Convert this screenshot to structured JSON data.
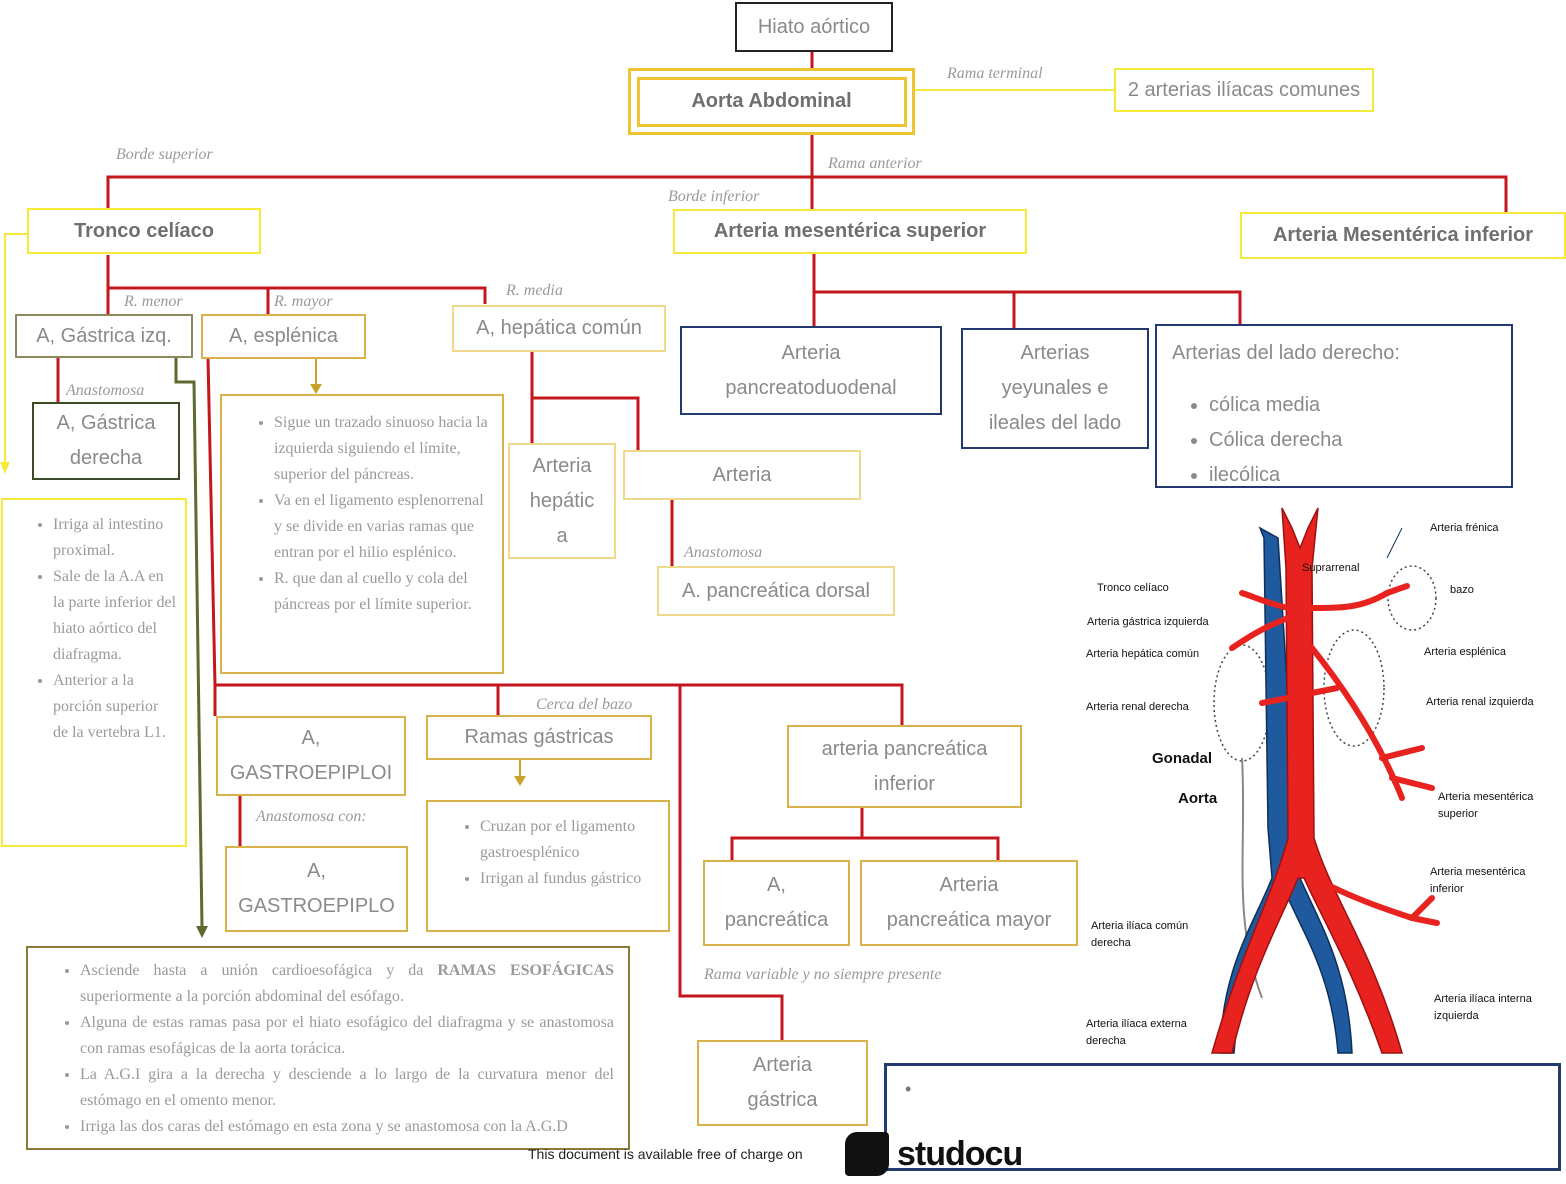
{
  "nodes": {
    "hiato": "Hiato aórtico",
    "aorta": "Aorta Abdominal",
    "iliacas": "2 arterias ilíacas comunes",
    "tronco": "Tronco celíaco",
    "ams": "Arteria mesentérica superior",
    "ami": "Arteria Mesentérica inferior",
    "gastrica_izq": "A, Gástrica izq.",
    "esplenica": "A, esplénica",
    "hepatica_comun": "A, hepática común",
    "gastrica_der_1": "A, Gástrica",
    "gastrica_der_2": "derecha",
    "hepatica_1": "Arteria",
    "hepatica_2": "hepátic",
    "hepatica_3": "a",
    "arteria": "Arteria",
    "pancreatica_dorsal": "A. pancreática dorsal",
    "pancreatoduodenal_1": "Arteria",
    "pancreatoduodenal_2": "pancreatoduodenal",
    "yeyunales_1": "Arterias",
    "yeyunales_2": "yeyunales e",
    "yeyunales_3": "ileales del lado",
    "lado_derecho_title": "Arterias del lado derecho:",
    "lado_derecho_items": [
      "cólica media",
      "Cólica derecha",
      "ilecólica"
    ],
    "gastroepiploi_1": "A,",
    "gastroepiploi_2": "GASTROEPIPLOI",
    "ramas_gastricas": "Ramas gástricas",
    "pancreatica_inferior_1": "arteria pancreática",
    "pancreatica_inferior_2": "inferior",
    "gastroepiplo_1": "A,",
    "gastroepiplo_2": "GASTROEPIPLO",
    "pancreatica_1": "A,",
    "pancreatica_2": "pancreática",
    "pancreatica_mayor_1": "Arteria",
    "pancreatica_mayor_2": "pancreática mayor",
    "arteria_gastrica_1": "Arteria",
    "arteria_gastrica_2": "gástrica"
  },
  "labels": {
    "rama_terminal": "Rama terminal",
    "borde_superior": "Borde superior",
    "rama_anterior": "Rama anterior",
    "borde_inferior": "Borde inferior",
    "r_menor": "R. menor",
    "r_mayor": "R. mayor",
    "r_media": "R. media",
    "anastomosa_1": "Anastomosa",
    "anastomosa_2": "Anastomosa",
    "cerca_bazo": "Cerca del bazo",
    "anastomosa_con": "Anastomosa con:",
    "rama_variable": "Rama variable y no siempre presente"
  },
  "notes": {
    "tronco": [
      "Irriga al intestino proximal.",
      "Sale de la A.A en la parte inferior del hiato aórtico del diafragma.",
      "Anterior a la porción superior de la vertebra L1."
    ],
    "esplenica": [
      "Sigue un trazado sinuoso hacia la izquierda siguiendo el límite, superior del páncreas.",
      "Va en el ligamento esplenorrenal y se divide en varias ramas que entran por el hilio esplénico.",
      "R. que dan al cuello y cola del páncreas por el límite superior."
    ],
    "ramas_gastricas": [
      "Cruzan por el ligamento gastroesplénico",
      "Irrigan al fundus gástrico"
    ],
    "gastrica_izq_1_pre": "Asciende hasta a unión cardioesofágica y da ",
    "gastrica_izq_1_bold": "RAMAS ESOFÁGICAS",
    "gastrica_izq_1_post": " superiormente a la porción abdominal del esófago.",
    "gastrica_izq_rest": [
      "Alguna de estas ramas pasa por el hiato esofágico del diafragma y se anastomosa con ramas esofágicas de la aorta torácica.",
      "La A.G.I gira a la derecha y desciende a lo largo de la curvatura menor del estómago en el omento menor.",
      "Irriga las dos caras del estómago en esta zona y se anastomosa con la A.G.D"
    ],
    "empty_bullet": "•"
  },
  "anatomy": {
    "arteria_frenica": "Arteria frénica",
    "suprarrenal": "Suprarrenal",
    "tronco_celiaco": "Tronco celíaco",
    "bazo": "bazo",
    "gastrica_izquierda": "Arteria gástrica izquierda",
    "hepatica_comun": "Arteria hepática común",
    "esplenica": "Arteria esplénica",
    "renal_derecha": "Arteria renal derecha",
    "renal_izquierda": "Arteria renal izquierda",
    "gonadal": "Gonadal",
    "aorta": "Aorta",
    "mes_sup_1": "Arteria mesentérica",
    "mes_sup_2": "superior",
    "mes_inf_1": "Arteria mesentérica",
    "mes_inf_2": "inferior",
    "iliaca_comun_1": "Arteria ilíaca común",
    "iliaca_comun_2": "derecha",
    "iliaca_int_1": "Arteria ilíaca interna",
    "iliaca_int_2": "izquierda",
    "iliaca_ext_1": "Arteria ilíaca externa",
    "iliaca_ext_2": "derecha"
  },
  "footer": {
    "text": "This document is available free of charge on",
    "brand": "studocu"
  },
  "colors": {
    "red": "#c4161c",
    "yellow": "#f5ea3a",
    "gold": "#d9b24a",
    "olive": "#5c6a2f",
    "navy": "#233a6e"
  }
}
